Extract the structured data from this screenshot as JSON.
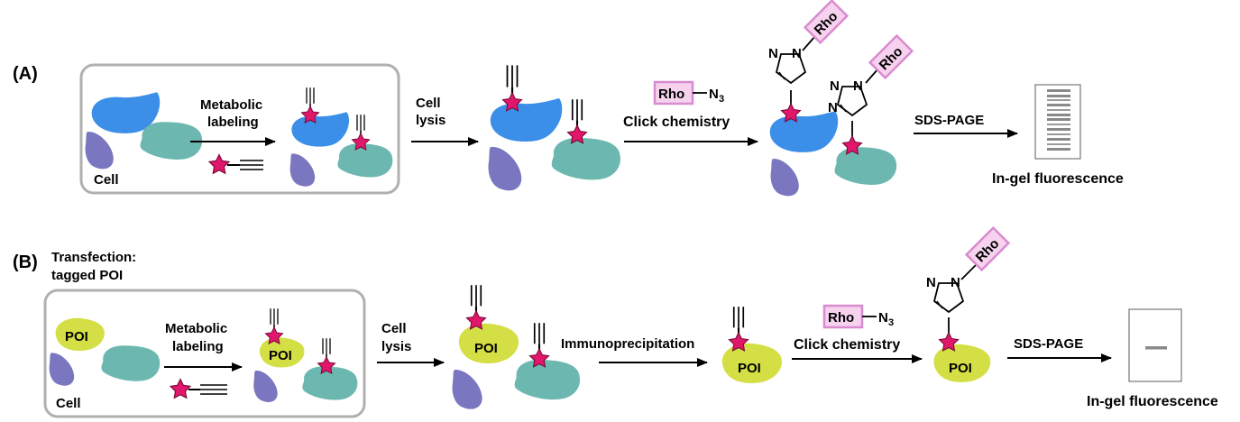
{
  "panel_a": {
    "label": "(A)",
    "cell": "Cell",
    "metabolic_line1": "Metabolic",
    "metabolic_line2": "labeling",
    "lysis_line1": "Cell",
    "lysis_line2": "lysis",
    "reagent_rho": "Rho",
    "reagent_n": "N",
    "reagent_sub": "3",
    "click": "Click chemistry",
    "triazole_n": "N",
    "triazole_rho": "Rho",
    "sds": "SDS-PAGE",
    "ingel": "In-gel fluorescence"
  },
  "panel_b": {
    "label": "(B)",
    "transfection_line1": "Transfection:",
    "transfection_line2": "tagged POI",
    "poi": "POI",
    "cell": "Cell",
    "metabolic_line1": "Metabolic",
    "metabolic_line2": "labeling",
    "lysis_line1": "Cell",
    "lysis_line2": "lysis",
    "immuno": "Immunoprecipitation",
    "reagent_rho": "Rho",
    "reagent_n": "N",
    "reagent_sub": "3",
    "click": "Click chemistry",
    "triazole_n": "N",
    "triazole_rho": "Rho",
    "sds": "SDS-PAGE",
    "ingel": "In-gel fluorescence"
  },
  "colors": {
    "blue_protein": "#3b8fe8",
    "teal_protein": "#6cb8b0",
    "purple_protein": "#7a76bf",
    "poi_protein": "#d4df45",
    "star": "#e0176a",
    "rho_box_fill": "#f6d2ee",
    "rho_box_stroke": "#d98bd0",
    "cell_border": "#b0b0b0"
  }
}
